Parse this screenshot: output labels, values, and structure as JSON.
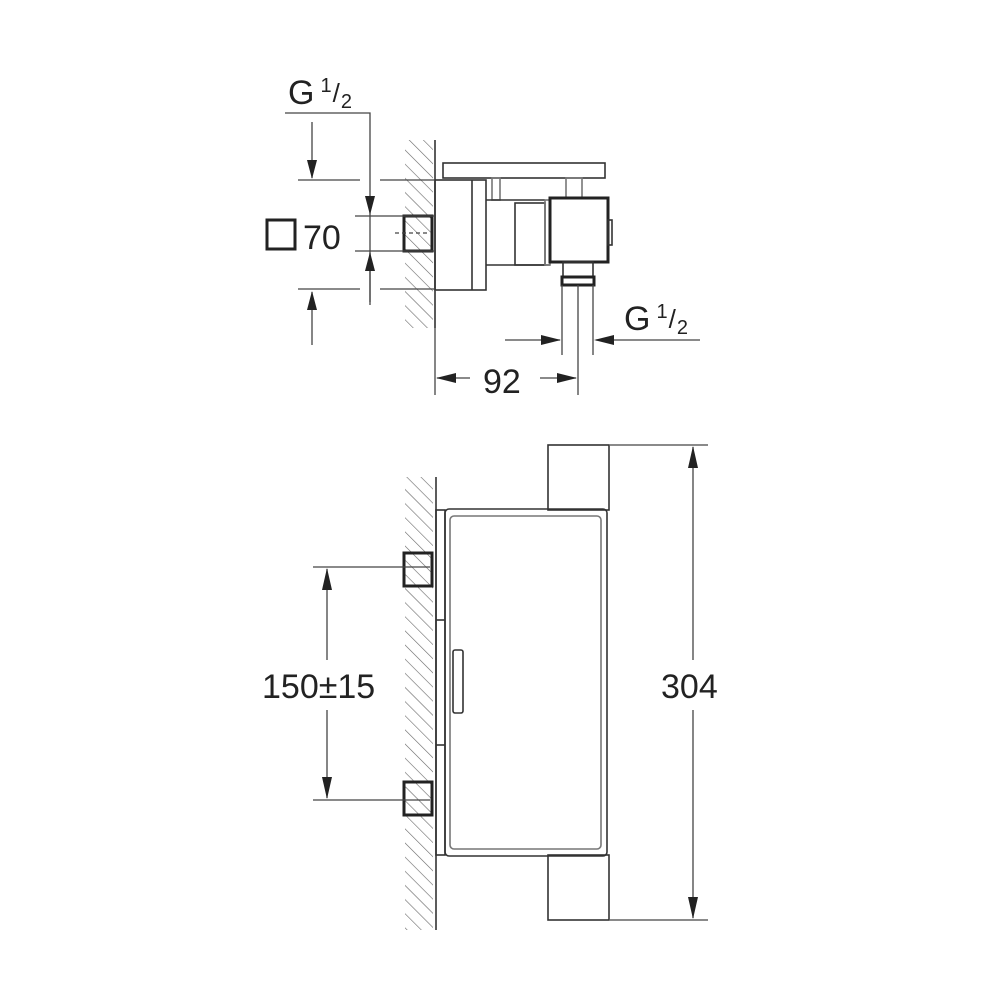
{
  "top_view": {
    "inlet_thread": {
      "main": "G",
      "num": "1",
      "den": "2"
    },
    "square_size": "70",
    "outlet_thread": {
      "main": "G",
      "num": "1",
      "den": "2"
    },
    "projection": "92"
  },
  "front_view": {
    "inlet_spacing": "150±15",
    "height": "304"
  }
}
